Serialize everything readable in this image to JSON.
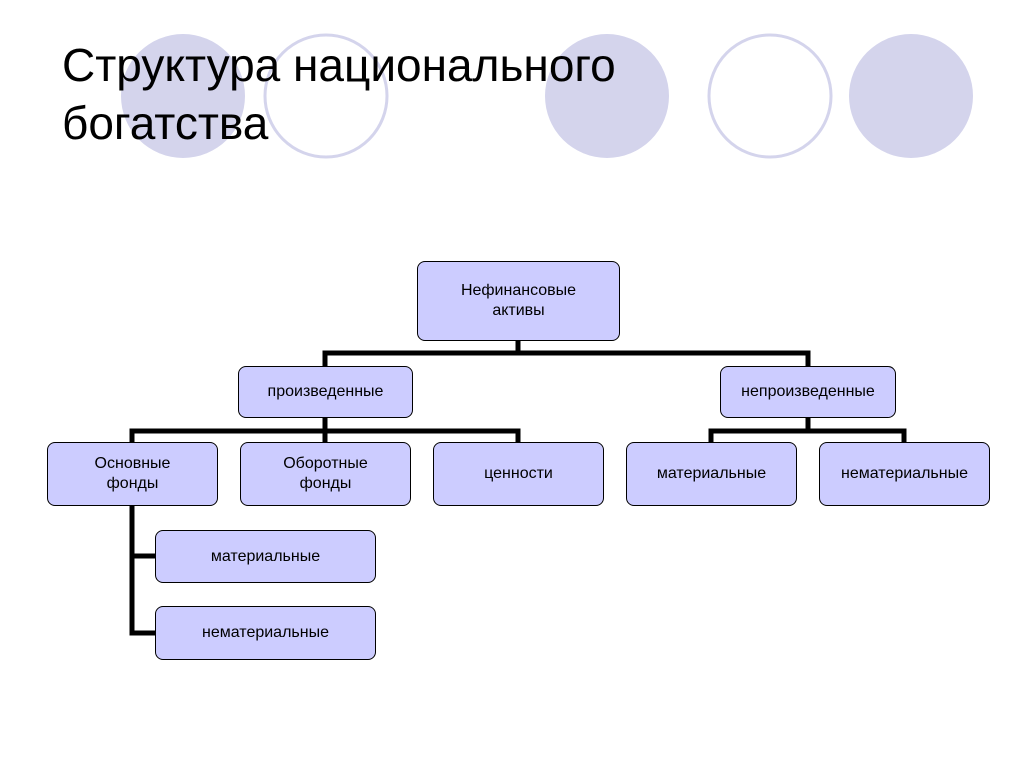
{
  "title": {
    "line1": "Структура национального",
    "line2": "богатства"
  },
  "colors": {
    "node_fill": "#ccccff",
    "circle_fill": "#d4d4ec",
    "circle_ring": "#d4d4ec",
    "connector": "#000000"
  },
  "nodes": {
    "root": {
      "line1": "Нефинансовые",
      "line2": "активы"
    },
    "produced": {
      "label": "произведенные"
    },
    "nonproduced": {
      "label": "непроизведенные"
    },
    "fixed_assets": {
      "line1": "Основные",
      "line2": "фонды"
    },
    "working_capital": {
      "line1": "Оборотные",
      "line2": "фонды"
    },
    "valuables": {
      "label": "ценности"
    },
    "nonproduced_tangible": {
      "label": "материальные"
    },
    "nonproduced_intangible": {
      "label": "нематериальные"
    },
    "fixed_tangible": {
      "label": "материальные"
    },
    "fixed_intangible": {
      "label": "нематериальные"
    }
  }
}
